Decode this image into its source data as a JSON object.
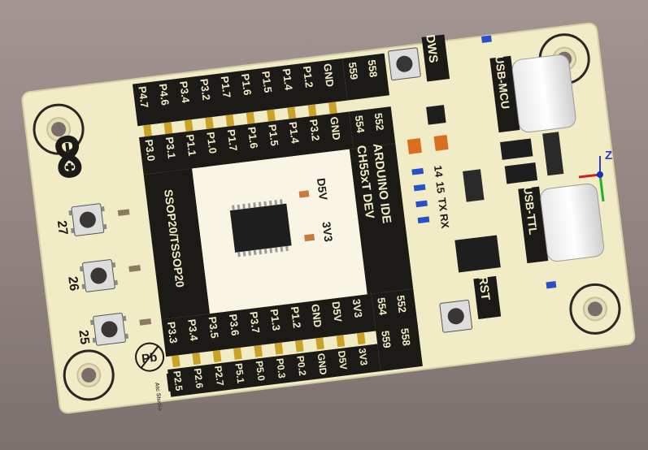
{
  "board": {
    "title": "CH55xT DEV",
    "subtitle": "ARDUINO IDE",
    "package": "SSOP20/TSSOP20",
    "logo_mark": "Pb",
    "maker_mark": "Atc Studio",
    "colors": {
      "pcb": "#f2ecc6",
      "silk_dark": "#1c1a17",
      "background": "#978a87"
    }
  },
  "top_header": {
    "labels": [
      "P4.7",
      "P4.6",
      "P3.4",
      "P3.2",
      "P1.7",
      "P1.6",
      "P1.5",
      "P1.4",
      "P1.2",
      "GND"
    ],
    "chip_labels": [
      "559",
      "558"
    ]
  },
  "top_inner": {
    "labels": [
      "P3.0",
      "P3.1",
      "P1.1",
      "P1.0",
      "P1.7",
      "P1.6",
      "P1.5",
      "P1.4",
      "P3.2",
      "GND"
    ],
    "chip_labels": [
      "554",
      "552"
    ]
  },
  "bottom_inner": {
    "labels": [
      "P3.3",
      "P3.4",
      "P3.5",
      "P3.6",
      "P3.7",
      "P1.3",
      "P1.2",
      "GND",
      "D5V",
      "3V3"
    ],
    "chip_labels": [
      "554",
      "552"
    ]
  },
  "bottom_header": {
    "labels": [
      "P2.5",
      "P2.6",
      "P2.7",
      "P5.1",
      "P5.0",
      "P0.3",
      "P0.2",
      "GND",
      "D5V",
      "3V3"
    ],
    "chip_labels": [
      "559",
      "558"
    ]
  },
  "buttons": {
    "left": [
      "27",
      "26",
      "25"
    ],
    "dws": "DWS",
    "rst": "RST"
  },
  "connectors": {
    "usb_mcu": "USB-MCU",
    "usb_ttl": "USB-TTL"
  },
  "uart_labels": [
    "14",
    "15",
    "TX",
    "RX"
  ],
  "power_labels": {
    "d5v": "D5V",
    "v3v3": "3V3"
  },
  "axis": {
    "z": "Z"
  }
}
